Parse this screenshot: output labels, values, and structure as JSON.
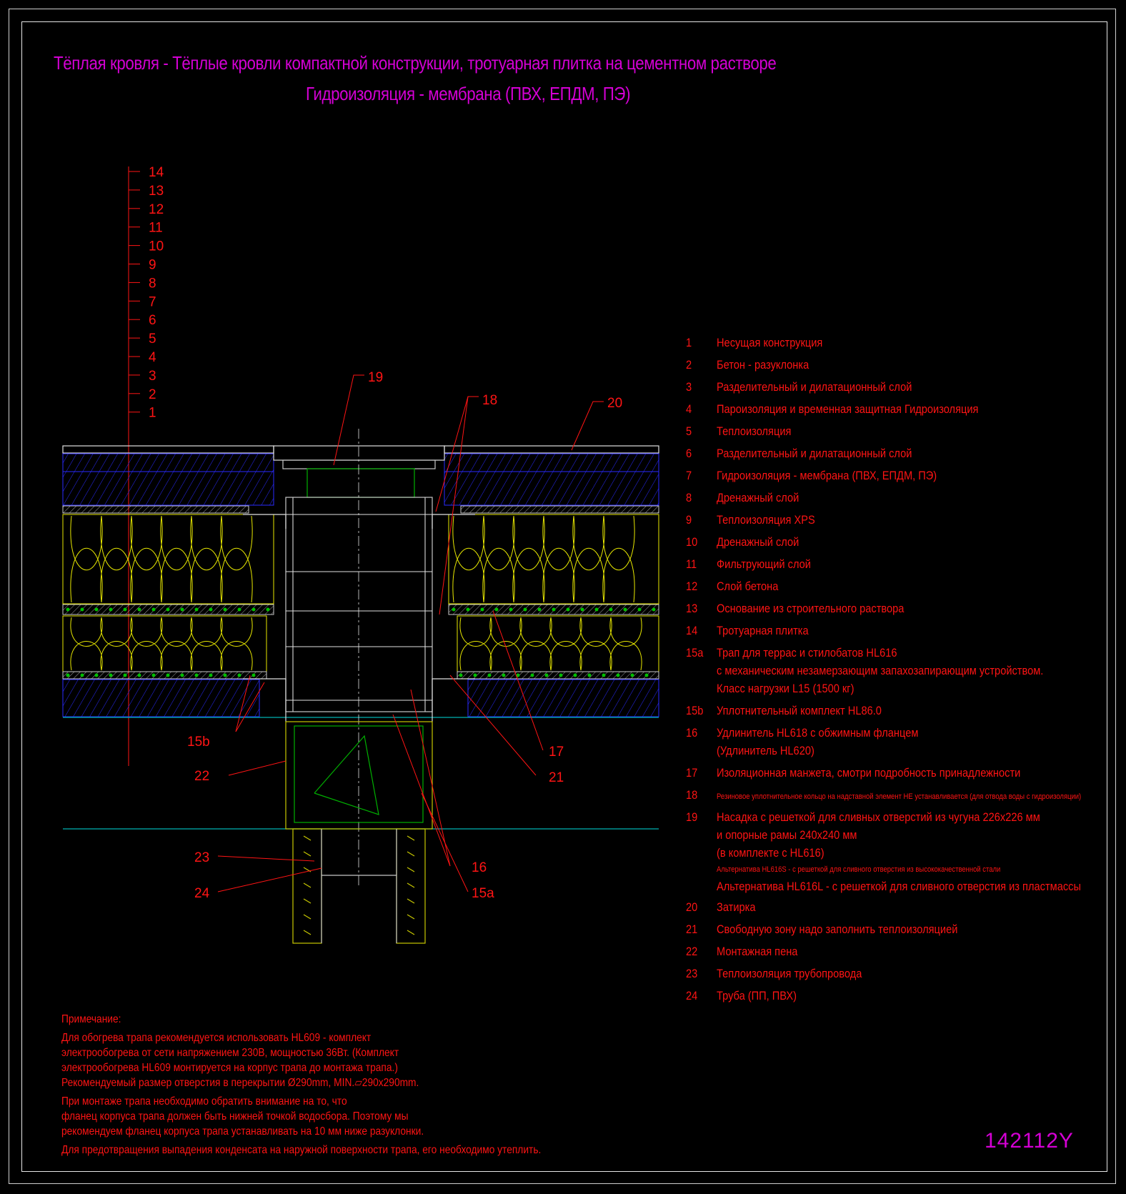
{
  "title": {
    "line1": "Тёплая кровля - Тёплые кровли компактной конструкции, тротуарная плитка на цементном растворе",
    "line2": "Гидроизоляция - мембрана (ПВХ, ЕПДМ, ПЭ)"
  },
  "layer_scale": [
    "14",
    "13",
    "12",
    "11",
    "10",
    "9",
    "8",
    "7",
    "6",
    "5",
    "4",
    "3",
    "2",
    "1"
  ],
  "callouts": {
    "c19": "19",
    "c18": "18",
    "c20": "20",
    "c15b": "15b",
    "c22": "22",
    "c17": "17",
    "c21": "21",
    "c23": "23",
    "c24": "24",
    "c16": "16",
    "c15a": "15a"
  },
  "legend": [
    {
      "num": "1",
      "lines": [
        "Несущая конструкция"
      ]
    },
    {
      "num": "2",
      "lines": [
        "Бетон - разуклонка"
      ]
    },
    {
      "num": "3",
      "lines": [
        "Разделительный и дилатационный слой"
      ]
    },
    {
      "num": "4",
      "lines": [
        "Пароизоляция и временная защитная Гидроизоляция"
      ]
    },
    {
      "num": "5",
      "lines": [
        "Теплоизоляция"
      ]
    },
    {
      "num": "6",
      "lines": [
        "Разделительный и дилатационный слой"
      ]
    },
    {
      "num": "7",
      "lines": [
        "Гидроизоляция - мембрана (ПВХ, ЕПДМ, ПЭ)"
      ]
    },
    {
      "num": "8",
      "lines": [
        "Дренажный слой"
      ]
    },
    {
      "num": "9",
      "lines": [
        "Теплоизоляция XPS"
      ]
    },
    {
      "num": "10",
      "lines": [
        "Дренажный слой"
      ]
    },
    {
      "num": "11",
      "lines": [
        "Фильтрующий слой"
      ]
    },
    {
      "num": "12",
      "lines": [
        "Слой бетона"
      ]
    },
    {
      "num": "13",
      "lines": [
        "Основание из строительного раствора"
      ]
    },
    {
      "num": "14",
      "lines": [
        "Тротуарная плитка"
      ]
    },
    {
      "num": "15a",
      "lines": [
        "Трап для террас и стилобатов HL616",
        " с механическим незамерзающим запахозапирающим устройством.",
        " Класс нагрузки L15 (1500 кг)"
      ]
    },
    {
      "num": "15b",
      "lines": [
        "Уплотнительный комплект HL86.0"
      ]
    },
    {
      "num": "16",
      "lines": [
        "Удлинитель HL618 с обжимным фланцем",
        "(Удлинитель HL620)"
      ]
    },
    {
      "num": "17",
      "lines": [
        "Изоляционная  манжета, смотри подробность принадлежности"
      ]
    },
    {
      "num": "18",
      "small": "Резиновое уплотнительное кольцо на надставной элемент НЕ устанавливается (для отвода воды с гидроизоляции)",
      "lines": []
    },
    {
      "num": "19",
      "lines": [
        "Насадка с решеткой для сливных отверстий из чугуна 226x226 мм",
        "и опорные рамы 240x240 мм",
        "(в комплекте с HL616)"
      ],
      "small": "Альтернатива HL616S - с решеткой  для сливного отверстия из высококачественной стали",
      "extra": "Альтернатива HL616L - с решеткой  для сливного отверстия из пластмассы"
    },
    {
      "num": "20",
      "lines": [
        "Затирка"
      ]
    },
    {
      "num": "21",
      "lines": [
        "Свободную зону надо заполнить теплоизоляцией"
      ]
    },
    {
      "num": "22",
      "lines": [
        "Монтажная пена"
      ]
    },
    {
      "num": "23",
      "lines": [
        "Теплоизоляция трубопровода"
      ]
    },
    {
      "num": "24",
      "lines": [
        "Труба (ПП, ПВХ)"
      ]
    }
  ],
  "notes": {
    "heading": "Примечание:",
    "p1": [
      "Для обогрева трапа рекомендуется использовать HL609 - комплект",
      "электрообогрева от сети напряжением 230В, мощностью 36Вт. (Комплект",
      "электрообогрева HL609 монтируется на корпус трапа до монтажа трапа.)",
      "Рекомендуемый размер отверстия в перекрытии Ø290mm, MIN.▱290x290mm."
    ],
    "p2": [
      "При монтаже трапа необходимо обратить внимание на то, что",
      "фланец корпуса трапа должен быть нижней точкой водосбора. Поэтому мы",
      "рекомендуем фланец корпуса трапа устанавливать на 10 мм ниже разуклонки."
    ],
    "p3": [
      "Для предотвращения выпадения конденсата на наружной поверхности трапа, его необходимо утеплить."
    ]
  },
  "drawing_code": "142112Y",
  "colors": {
    "title": "#d400d4",
    "label": "#ff1414",
    "insulation": "#e8e800",
    "concrete": "#2a2aff",
    "drain": "#00c000",
    "base": "#00b0b0"
  }
}
